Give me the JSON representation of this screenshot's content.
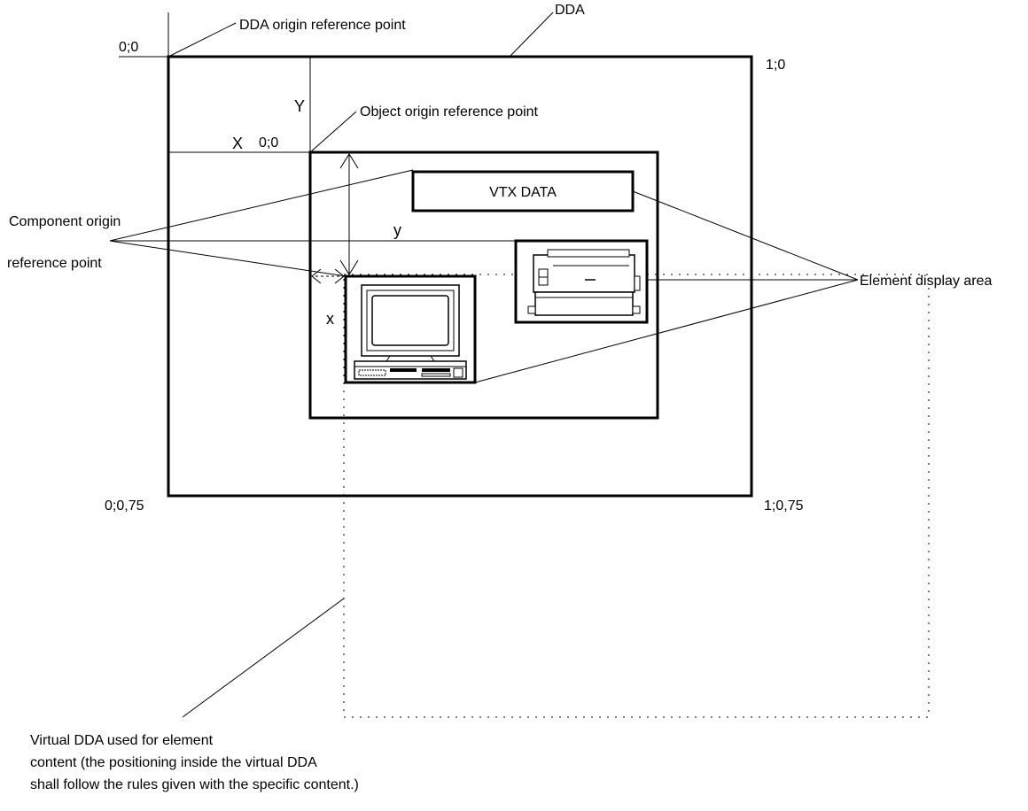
{
  "labels": {
    "dda_origin_ref": "DDA origin reference point",
    "dda": "DDA",
    "corner_top_left": "0;0",
    "corner_top_right": "1;0",
    "corner_bottom_left": "0;0,75",
    "corner_bottom_right": "1;0,75",
    "big_y": "Y",
    "big_x": "X",
    "object_origin_zero": "0;0",
    "object_origin_ref": "Object origin reference point",
    "vtx_data": "VTX DATA",
    "component_origin_1": "Component origin",
    "component_origin_2": "reference point",
    "small_y": "y",
    "small_x": "x",
    "element_display_area": "Element display area"
  },
  "note": {
    "line1": "Virtual DDA used for element",
    "line2": "content (the positioning inside the virtual DDA",
    "line3": "shall follow the rules given with the specific content.)"
  },
  "icons": {
    "computer": "desktop-computer-icon",
    "printer": "printer-icon"
  }
}
